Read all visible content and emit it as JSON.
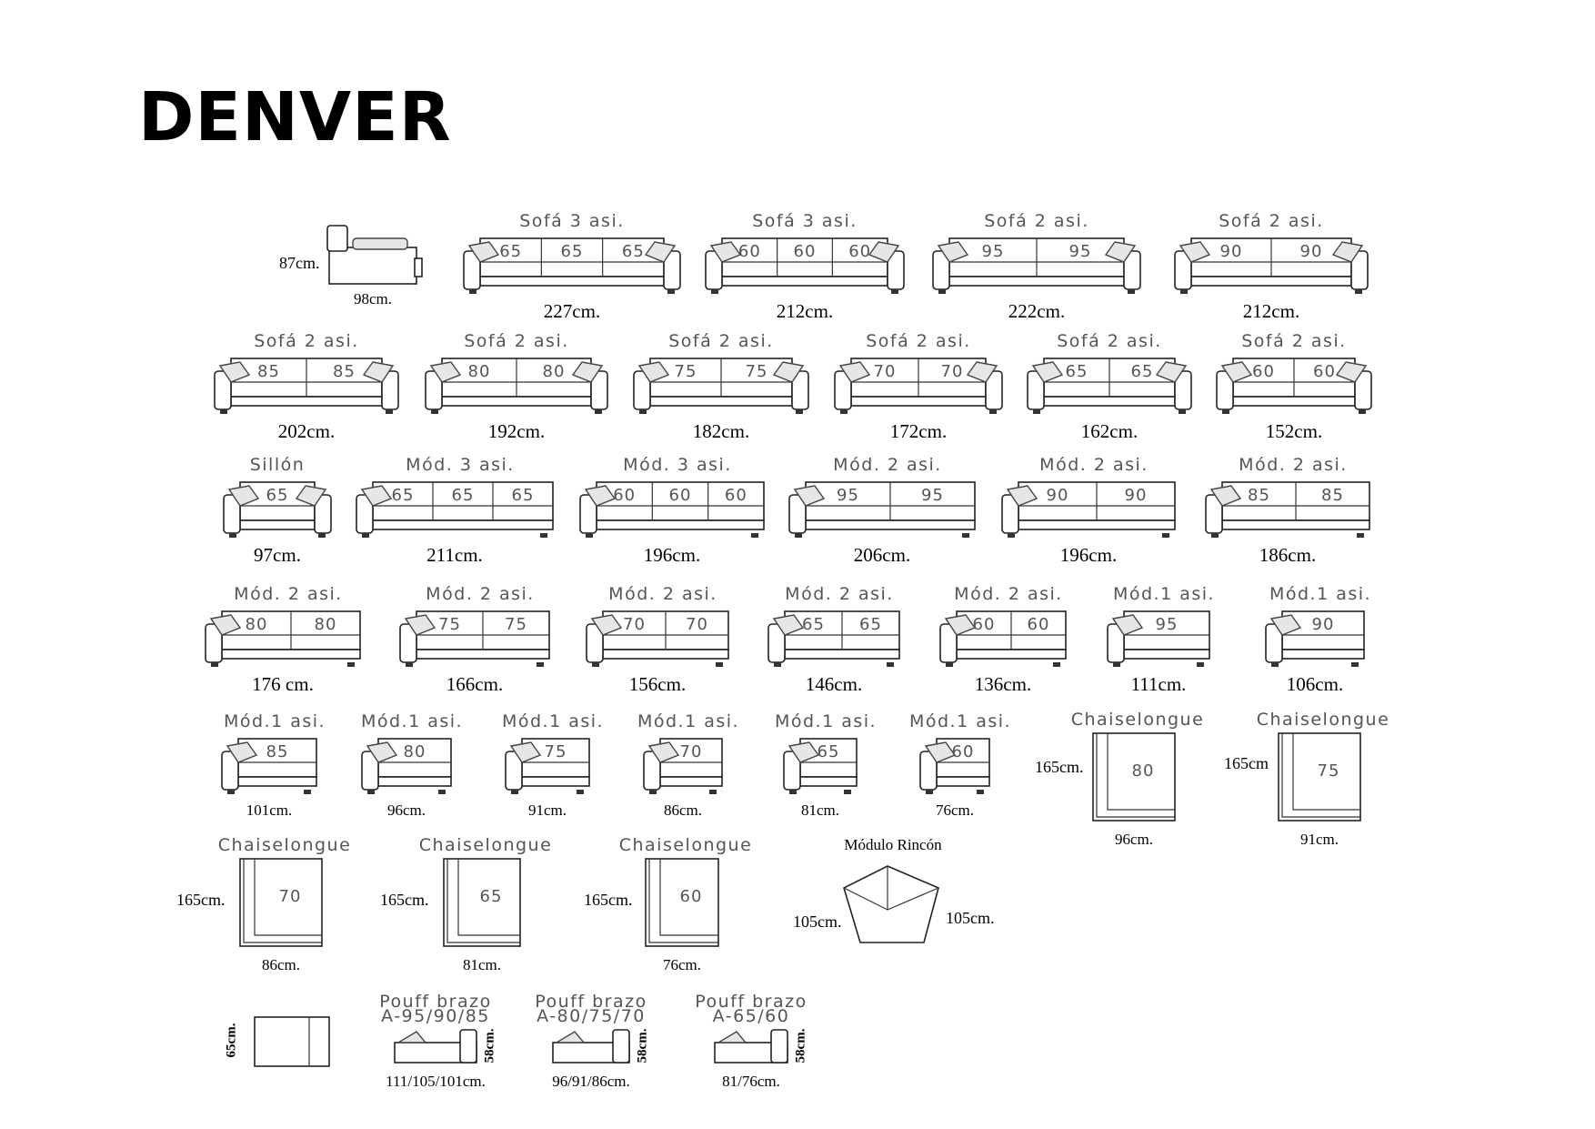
{
  "title": "DENVER",
  "armchair_side": {
    "height": "87cm.",
    "depth": "98cm."
  },
  "sofas": [
    {
      "label": "Sofá 3 asi.",
      "seats": [
        "65",
        "65",
        "65"
      ],
      "width": "227cm."
    },
    {
      "label": "Sofá 3 asi.",
      "seats": [
        "60",
        "60",
        "60"
      ],
      "width": "212cm."
    },
    {
      "label": "Sofá 2 asi.",
      "seats": [
        "95",
        "95"
      ],
      "width": "222cm."
    },
    {
      "label": "Sofá 2 asi.",
      "seats": [
        "90",
        "90"
      ],
      "width": "212cm."
    },
    {
      "label": "Sofá 2 asi.",
      "seats": [
        "85",
        "85"
      ],
      "width": "202cm."
    },
    {
      "label": "Sofá 2 asi.",
      "seats": [
        "80",
        "80"
      ],
      "width": "192cm."
    },
    {
      "label": "Sofá 2 asi.",
      "seats": [
        "75",
        "75"
      ],
      "width": "182cm."
    },
    {
      "label": "Sofá 2 asi.",
      "seats": [
        "70",
        "70"
      ],
      "width": "172cm."
    },
    {
      "label": "Sofá 2 asi.",
      "seats": [
        "65",
        "65"
      ],
      "width": "162cm."
    },
    {
      "label": "Sofá 2 asi.",
      "seats": [
        "60",
        "60"
      ],
      "width": "152cm."
    },
    {
      "label": "Sillón",
      "seats": [
        "65"
      ],
      "width": "97cm."
    }
  ],
  "modules": [
    {
      "label": "Mód. 3 asi.",
      "seats": [
        "65",
        "65",
        "65"
      ],
      "width": "211cm."
    },
    {
      "label": "Mód. 3 asi.",
      "seats": [
        "60",
        "60",
        "60"
      ],
      "width": "196cm."
    },
    {
      "label": "Mód. 2 asi.",
      "seats": [
        "95",
        "95"
      ],
      "width": "206cm."
    },
    {
      "label": "Mód. 2 asi.",
      "seats": [
        "90",
        "90"
      ],
      "width": "196cm."
    },
    {
      "label": "Mód. 2 asi.",
      "seats": [
        "85",
        "85"
      ],
      "width": "186cm."
    },
    {
      "label": "Mód. 2 asi.",
      "seats": [
        "80",
        "80"
      ],
      "width": "176 cm."
    },
    {
      "label": "Mód. 2 asi.",
      "seats": [
        "75",
        "75"
      ],
      "width": "166cm."
    },
    {
      "label": "Mód. 2 asi.",
      "seats": [
        "70",
        "70"
      ],
      "width": "156cm."
    },
    {
      "label": "Mód. 2 asi.",
      "seats": [
        "65",
        "65"
      ],
      "width": "146cm."
    },
    {
      "label": "Mód. 2 asi.",
      "seats": [
        "60",
        "60"
      ],
      "width": "136cm."
    },
    {
      "label": "Mód.1 asi.",
      "seats": [
        "95"
      ],
      "width": "111cm."
    },
    {
      "label": "Mód.1 asi.",
      "seats": [
        "90"
      ],
      "width": "106cm."
    },
    {
      "label": "Mód.1 asi.",
      "seats": [
        "85"
      ],
      "width": "101cm."
    },
    {
      "label": "Mód.1 asi.",
      "seats": [
        "80"
      ],
      "width": "96cm."
    },
    {
      "label": "Mód.1 asi.",
      "seats": [
        "75"
      ],
      "width": "91cm."
    },
    {
      "label": "Mód.1 asi.",
      "seats": [
        "70"
      ],
      "width": "86cm."
    },
    {
      "label": "Mód.1 asi.",
      "seats": [
        "65"
      ],
      "width": "81cm."
    },
    {
      "label": "Mód.1 asi.",
      "seats": [
        "60"
      ],
      "width": "76cm."
    }
  ],
  "chaises": [
    {
      "label": "Chaiselongue",
      "seat": "80",
      "length": "165cm.",
      "width": "96cm."
    },
    {
      "label": "Chaiselongue",
      "seat": "75",
      "length": "165cm",
      "width": "91cm."
    },
    {
      "label": "Chaiselongue",
      "seat": "70",
      "length": "165cm.",
      "width": "86cm."
    },
    {
      "label": "Chaiselongue",
      "seat": "65",
      "length": "165cm.",
      "width": "81cm."
    },
    {
      "label": "Chaiselongue",
      "seat": "60",
      "length": "165cm.",
      "width": "76cm."
    }
  ],
  "corner": {
    "label": "Módulo Rincón",
    "left": "105cm.",
    "right": "105cm."
  },
  "pouff": {
    "height": "65cm."
  },
  "pouff_arms": [
    {
      "label": "Pouff brazo",
      "sub": "A-95/90/85",
      "height": "58cm.",
      "width": "111/105/101cm."
    },
    {
      "label": "Pouff brazo",
      "sub": "A-80/75/70",
      "height": "58cm.",
      "width": "96/91/86cm."
    },
    {
      "label": "Pouff brazo",
      "sub": "A-65/60",
      "height": "58cm.",
      "width": "81/76cm."
    }
  ]
}
